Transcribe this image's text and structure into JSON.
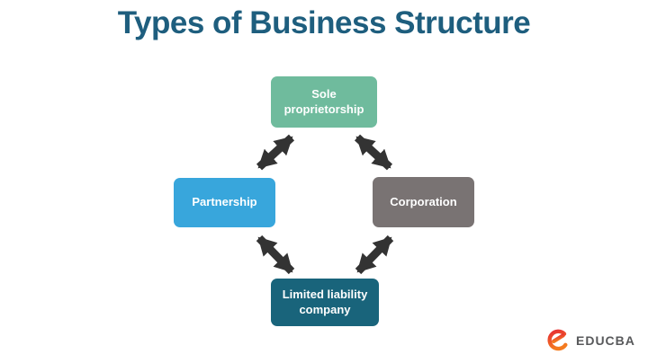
{
  "title": {
    "text": "Types of Business Structure",
    "color": "#1E5E7E"
  },
  "diagram": {
    "layout": "diamond",
    "nodes": [
      {
        "id": "sole-proprietorship",
        "label": "Sole proprietorship",
        "fill_color": "#6FBB9D",
        "text_color": "#FFFFFF",
        "position": "top"
      },
      {
        "id": "partnership",
        "label": "Partnership",
        "fill_color": "#38A6DC",
        "text_color": "#FFFFFF",
        "position": "left"
      },
      {
        "id": "corporation",
        "label": "Corporation",
        "fill_color": "#797373",
        "text_color": "#FFFFFF",
        "position": "right"
      },
      {
        "id": "limited-liability-company",
        "label": "Limited liability company",
        "fill_color": "#19647B",
        "text_color": "#FFFFFF",
        "position": "bottom"
      }
    ],
    "connections": [
      {
        "from": "partnership",
        "to": "sole-proprietorship",
        "style": "double-headed-arrow"
      },
      {
        "from": "sole-proprietorship",
        "to": "corporation",
        "style": "double-headed-arrow"
      },
      {
        "from": "partnership",
        "to": "limited-liability-company",
        "style": "double-headed-arrow"
      },
      {
        "from": "corporation",
        "to": "limited-liability-company",
        "style": "double-headed-arrow"
      }
    ],
    "arrow_color": "#333333"
  },
  "logo": {
    "text": "EDUCBA",
    "text_color": "#58595B",
    "mark": "swirl-e-icon",
    "mark_colors": [
      "#E62E34",
      "#F47B20"
    ]
  },
  "background_color": "#FFFFFF"
}
